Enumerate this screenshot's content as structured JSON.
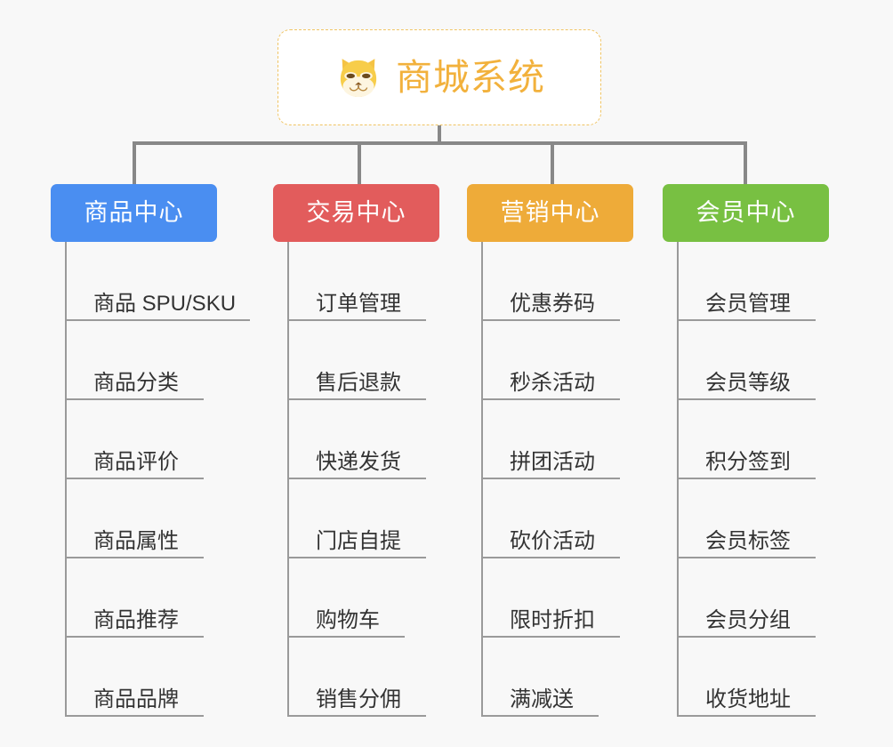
{
  "background_color": "#f8f8f8",
  "root": {
    "icon": "shiba-dog-face-icon",
    "title": "商城系统",
    "title_color": "#f2b13c",
    "border_color": "#f0c463",
    "fill_color": "#ffffff"
  },
  "connector_color": "#888888",
  "separator_color": "#9a9a9a",
  "leaf_text_color": "#333333",
  "categories": [
    {
      "label": "商品中心",
      "color": "#4a8ef1",
      "items": [
        "商品 SPU/SKU",
        "商品分类",
        "商品评价",
        "商品属性",
        "商品推荐",
        "商品品牌"
      ]
    },
    {
      "label": "交易中心",
      "color": "#e25c5c",
      "items": [
        "订单管理",
        "售后退款",
        "快递发货",
        "门店自提",
        "购物车",
        "销售分佣"
      ]
    },
    {
      "label": "营销中心",
      "color": "#eeab39",
      "items": [
        "优惠券码",
        "秒杀活动",
        "拼团活动",
        "砍价活动",
        "限时折扣",
        "满减送"
      ]
    },
    {
      "label": "会员中心",
      "color": "#78c042",
      "items": [
        "会员管理",
        "会员等级",
        "积分签到",
        "会员标签",
        "会员分组",
        "收货地址"
      ]
    }
  ]
}
